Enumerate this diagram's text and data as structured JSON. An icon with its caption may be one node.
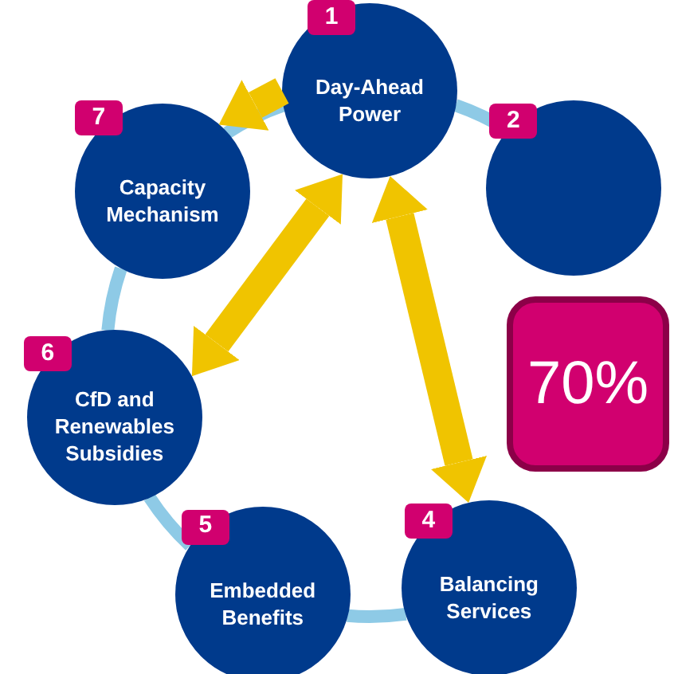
{
  "diagram": {
    "nodes": [
      {
        "text": [
          "1",
          "Day-Ahead Power"
        ]
      },
      {
        "text": [
          "2"
        ]
      },
      {
        "text": [
          "4",
          "Balancing Services"
        ]
      },
      {
        "text": [
          "5",
          "Embedded Benefits"
        ]
      },
      {
        "text": [
          "6",
          "CfD and Renewables Subsidies"
        ]
      },
      {
        "text": [
          "7",
          "Capacity Mechanism"
        ]
      },
      {
        "text": [
          "70%"
        ]
      }
    ],
    "edges": [
      {
        "from": 0,
        "to": 1,
        "arrow": "none"
      },
      {
        "from": 2,
        "to": 3,
        "arrow": "none"
      },
      {
        "from": 3,
        "to": 4,
        "arrow": "none"
      },
      {
        "from": 4,
        "to": 5,
        "arrow": "none"
      },
      {
        "from": 5,
        "to": 0,
        "arrow": "none"
      },
      {
        "from": 0,
        "to": 5,
        "arrow": "to",
        "style": "thick",
        "color": "#f0c400"
      },
      {
        "from": 4,
        "to": 0,
        "arrow": "both",
        "style": "thick",
        "color": "#f0c400"
      },
      {
        "from": 0,
        "to": 2,
        "arrow": "both",
        "style": "thick",
        "color": "#f0c400"
      }
    ]
  }
}
